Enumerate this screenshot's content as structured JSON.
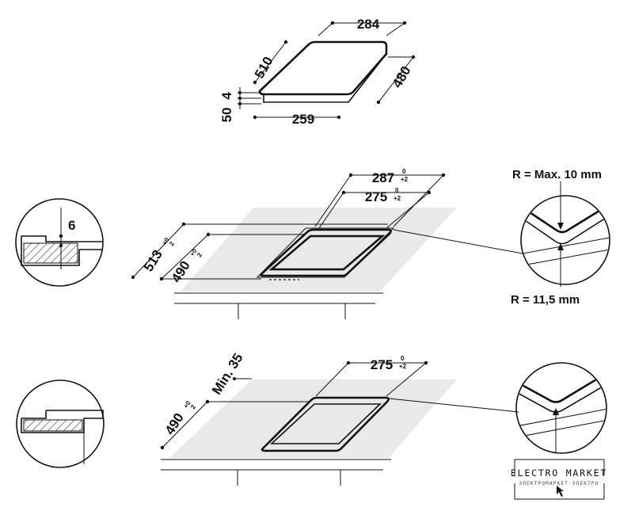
{
  "top_view": {
    "width_top": "284",
    "depth_left": "510",
    "thickness": "4",
    "height": "50",
    "width_bottom": "259",
    "depth_right": "480"
  },
  "cutout_standard": {
    "outer_width": "287",
    "outer_width_tol_top": "0",
    "outer_width_tol_bottom": "+2",
    "inner_width": "275",
    "inner_width_tol_top": "0",
    "inner_width_tol_bottom": "+2",
    "outer_depth": "513",
    "outer_depth_tol_top": "+0",
    "outer_depth_tol_bottom": "2",
    "inner_depth": "490",
    "inner_depth_tol_top": "+0",
    "inner_depth_tol_bottom": "2",
    "edge_detail_value": "6",
    "radius_max": "R = Max. 10 mm",
    "radius_min": "R = 11,5 mm"
  },
  "cutout_flush": {
    "width": "275",
    "width_tol_top": "0",
    "width_tol_bottom": "+2",
    "depth": "490",
    "depth_tol_top": "+0",
    "depth_tol_bottom": "2",
    "min_label": "Min. 35"
  },
  "watermark": {
    "title": "ELECTRO MARKET",
    "subtitle": "ЭЛЕКТРОМАРКЕТ·ЭЛЕКТРО"
  }
}
